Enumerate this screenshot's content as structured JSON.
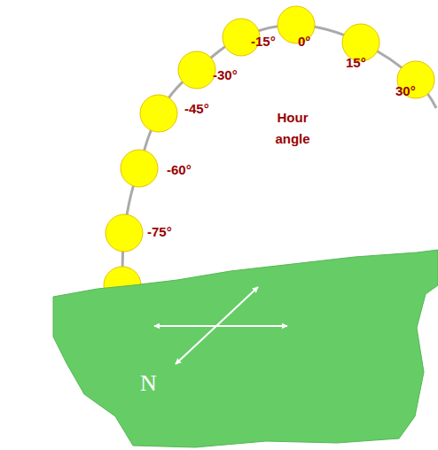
{
  "diagram": {
    "labels": [
      "-15°",
      "0°",
      "15°",
      "30°",
      "-30°",
      "-45°",
      "-60°",
      "-75°",
      "Hour angle",
      "N"
    ]
  }
}
